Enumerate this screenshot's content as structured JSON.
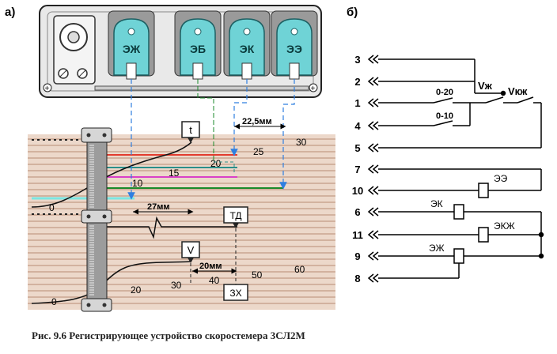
{
  "panels": {
    "a": "а)",
    "b": "б)"
  },
  "electrodes": [
    "ЭЖ",
    "ЭБ",
    "ЭК",
    "ЭЭ"
  ],
  "tape": {
    "t_marker": "t",
    "td_marker": "ТД",
    "v_marker": "V",
    "zh_marker": "ЗХ",
    "dim_22": "22,5мм",
    "dim_27": "27мм",
    "dim_20": "20мм",
    "scale_upper": [
      "0",
      "10",
      "15",
      "20",
      "25",
      "30"
    ],
    "scale_lower": [
      "0",
      "20",
      "30",
      "40",
      "50",
      "60"
    ]
  },
  "circuit": {
    "terminals": [
      "3",
      "2",
      "1",
      "4",
      "5",
      "7",
      "10",
      "6",
      "11",
      "9",
      "8"
    ],
    "switch_020": "0-20",
    "switch_010": "0-10",
    "vzh": "Vж",
    "vkzh": "Vкж",
    "coil_ee": "ЭЭ",
    "coil_ek": "ЭК",
    "coil_ekzh": "ЭКЖ",
    "coil_ezh": "ЭЖ"
  },
  "caption": "Рис. 9.6 Регистрирующее устройство скоростемера 3СЛ2М",
  "colors": {
    "electrode": "#6fd3d6",
    "arrow": "#2f7fe0",
    "tape": "#e6cfc0",
    "red": "#e23b2e",
    "green": "#1a8a2a",
    "magenta": "#d940c8",
    "teal": "#2a8f8a"
  }
}
